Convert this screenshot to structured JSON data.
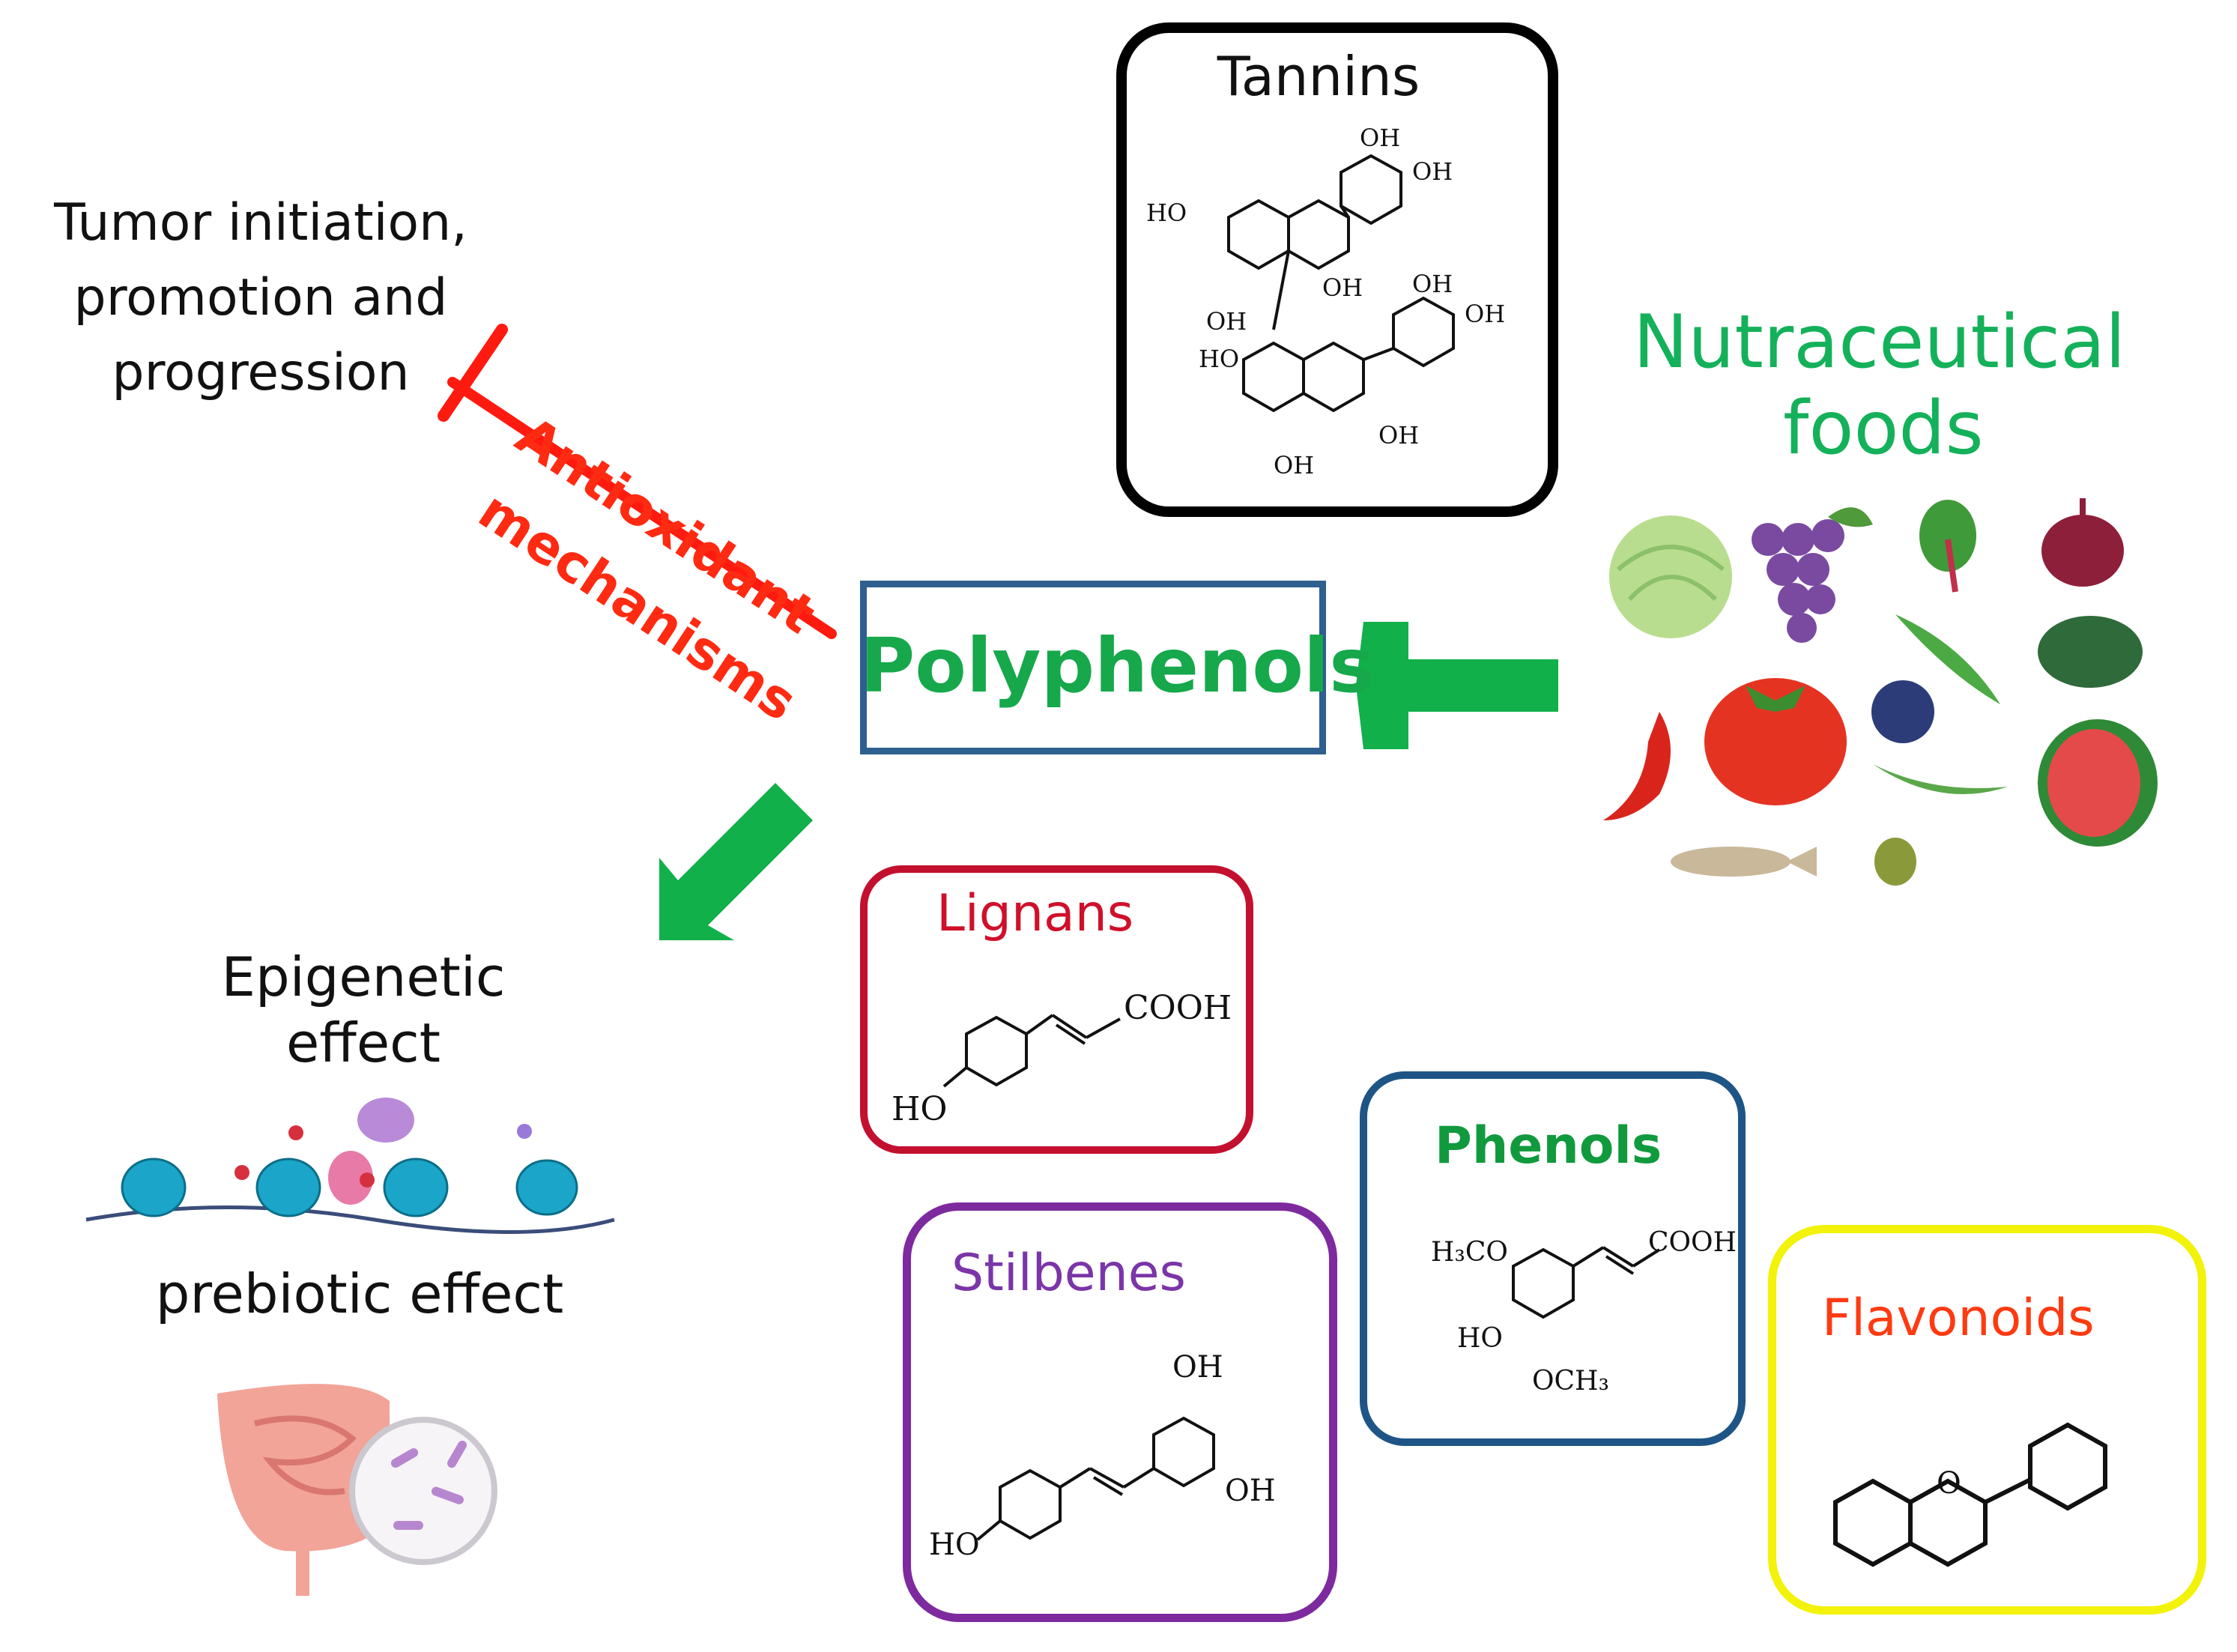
{
  "tumor": {
    "lines": [
      "Tumor initiation,",
      "promotion and",
      "progression"
    ]
  },
  "antioxidant": {
    "line1": "Antioxidant",
    "line2": "mechanisms"
  },
  "center": {
    "label": "Polyphenols"
  },
  "nutraceutical": {
    "line1": "Nutraceutical",
    "line2": "foods",
    "items": [
      "cabbage-icon",
      "grapes-icon",
      "beet-icon",
      "onion-icon",
      "pea-pod-icon",
      "kale-icon",
      "chili-icon",
      "tomato-icon",
      "blueberry-icon",
      "watermelon-icon",
      "bean-pod-icon",
      "fish-icon",
      "olive-icon"
    ]
  },
  "effects": {
    "epigenetic_line1": "Epigenetic",
    "epigenetic_line2": "effect",
    "prebiotic": "prebiotic effect"
  },
  "classes": {
    "tannins": {
      "title": "Tannins",
      "groups": {
        "oh": "OH",
        "ho": "HO"
      }
    },
    "lignans": {
      "title": "Lignans",
      "groups": {
        "cooh": "COOH",
        "ho": "HO"
      }
    },
    "stilbenes": {
      "title": "Stilbenes",
      "groups": {
        "oh": "OH",
        "ho": "HO"
      }
    },
    "phenols": {
      "title": "Phenols",
      "groups": {
        "h3co": "H₃CO",
        "cooh": "COOH",
        "ho": "HO",
        "och3": "OCH₃"
      }
    },
    "flavonoids": {
      "title": "Flavonoids",
      "groups": {
        "o": "O"
      }
    }
  },
  "colors": {
    "green_arrow": "#11b04a",
    "center_text": "#16a84b",
    "center_border": "#2d5f8f",
    "red": "#ff2a12",
    "tannins_border": "#000000",
    "lignans_border": "#c3102f",
    "lignans_title": "#d0102a",
    "stilbenes_border": "#7d2a9e",
    "stilbenes_title": "#7b35a8",
    "phenols_border": "#1f5586",
    "phenols_title": "#119a3d",
    "flavonoids_border": "#f2f20a",
    "flavonoids_title": "#ff3a10",
    "nutraceutical_text": "#14b15a"
  }
}
